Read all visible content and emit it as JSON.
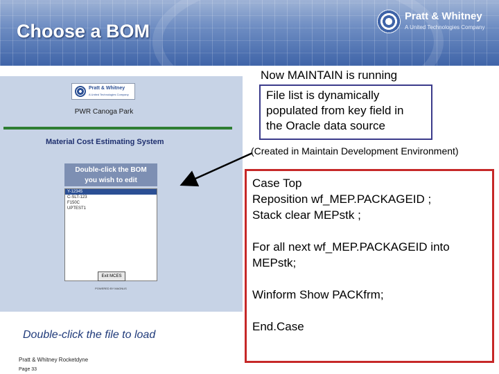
{
  "slide": {
    "title": "Choose a BOM",
    "logo_name": "Pratt & Whitney",
    "logo_sub": "A United Technologies Company"
  },
  "app": {
    "logo_name": "Pratt & Whitney",
    "logo_sub": "A United Technologies Company",
    "site": "PWR Canoga Park",
    "system_title": "Material Cost Estimating System",
    "prompt_line1": "Double-click the BOM",
    "prompt_line2": "you wish to edit",
    "list_items": [
      "Y-12345",
      "C-SLT-123",
      "F150C",
      "UPTEST1"
    ],
    "exit_button": "Exit MCES",
    "powered_by": "POWERED BY MAGNUS"
  },
  "caption": "Double-click the file to load",
  "footer": {
    "company": "Pratt & Whitney Rocketdyne",
    "page": "Page 33"
  },
  "right": {
    "running": "Now MAINTAIN is running",
    "note_lines": [
      "File list is dynamically",
      "populated from key field in",
      "the Oracle data source"
    ],
    "created": "(Created in Maintain Development Environment)",
    "code": {
      "line1": "Case Top",
      "line2": "Reposition wf_MEP.PACKAGEID ;",
      "line3": "Stack clear MEPstk ;",
      "line4": "For all next wf_MEP.PACKAGEID into",
      "line5": "MEPstk;",
      "line6": "Winform Show PACKfrm;",
      "line7": "End.Case"
    }
  },
  "colors": {
    "header_blue": "#3f64a8",
    "code_border": "#c62828",
    "note_border": "#3a3a8a",
    "caption_blue": "#1f3a7a"
  }
}
